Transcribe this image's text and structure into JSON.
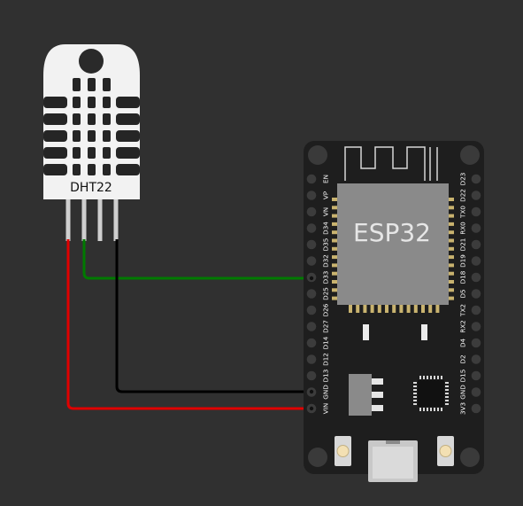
{
  "sensor": {
    "label": "DHT22"
  },
  "board": {
    "chip_label": "ESP32",
    "left_pins": [
      "EN",
      "VP",
      "VN",
      "D34",
      "D35",
      "D32",
      "D33",
      "D25",
      "D26",
      "D27",
      "D14",
      "D12",
      "D13",
      "GND",
      "VIN"
    ],
    "right_pins": [
      "D23",
      "D22",
      "TX0",
      "RX0",
      "D21",
      "D19",
      "D18",
      "D5",
      "TX2",
      "RX2",
      "D4",
      "D2",
      "D15",
      "GND",
      "3V3"
    ]
  },
  "wires": [
    {
      "color": "#e00000"
    },
    {
      "color": "#007a00"
    },
    {
      "color": "#000000"
    }
  ]
}
